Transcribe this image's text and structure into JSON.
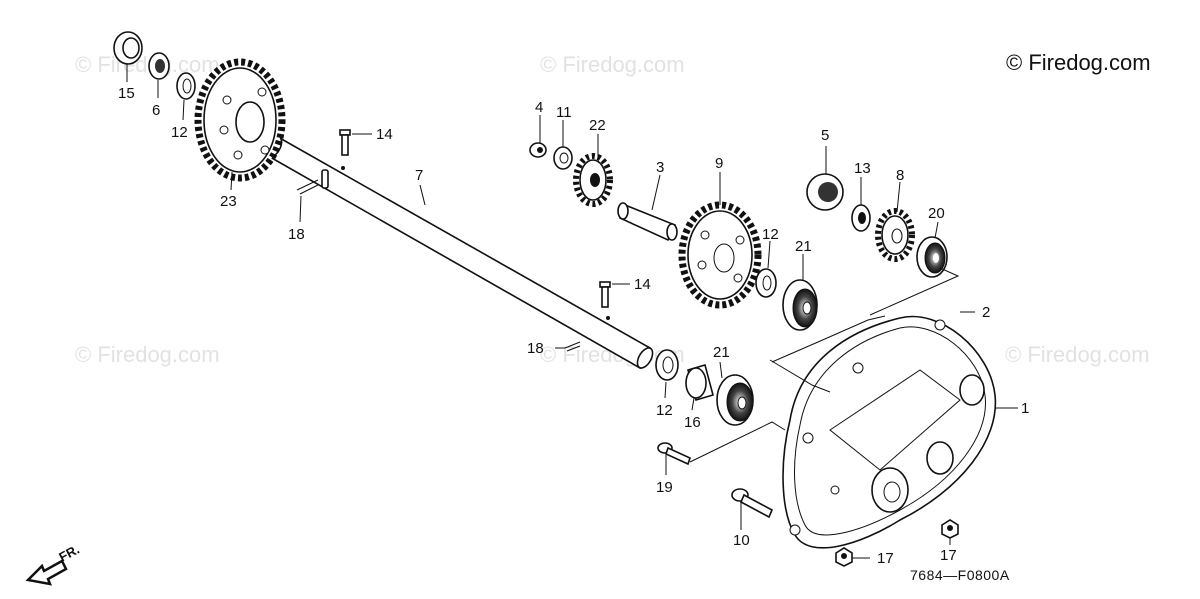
{
  "copyright": "© Firedog.com",
  "watermark": "© Firedog.com",
  "diagram_code": "7684—F0800A",
  "direction_label": "FR.",
  "callouts": [
    "1",
    "2",
    "3",
    "4",
    "5",
    "6",
    "7",
    "8",
    "9",
    "10",
    "11",
    "12",
    "12",
    "12",
    "13",
    "14",
    "14",
    "15",
    "16",
    "17",
    "17",
    "18",
    "18",
    "19",
    "20",
    "21",
    "21",
    "22",
    "23"
  ]
}
